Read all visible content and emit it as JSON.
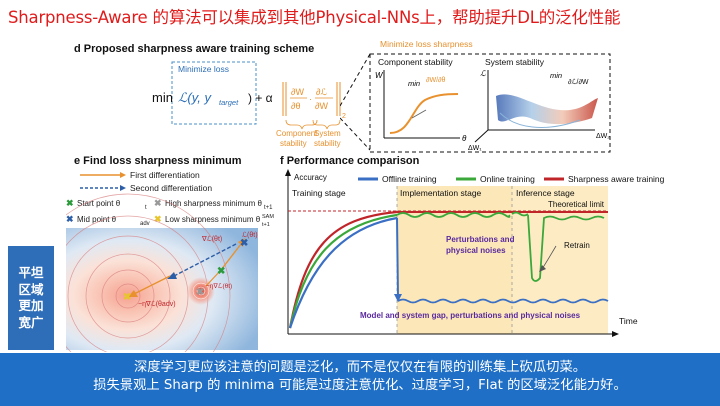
{
  "slide_title": "Sharpness-Aware 的算法可以集成到其他Physical-NNs上，帮助提升DL的泛化性能",
  "panel_d": {
    "title": "d Proposed sharpness aware training scheme",
    "minimize_loss": "Minimize loss",
    "minimize_loss_sharpness": "Minimize loss sharpness",
    "formula_min": "min",
    "formula_loss": "ℒ(y, y",
    "formula_target": "target",
    "formula_alpha": ") + α",
    "component_stability": "Component stability",
    "system_stability": "System stability",
    "component_stability_label": "Component\nstability",
    "system_stability_label": "System\nstability",
    "plot1_ylabel": "W",
    "plot1_xlabel": "θ",
    "plot1_min": "min",
    "plot2_ylabel": "ℒ",
    "plot2_min": "min",
    "plot2_x1": "ΔW₁",
    "plot2_x2": "ΔW₂"
  },
  "panel_e": {
    "title": "e Find loss sharpness minimum",
    "first_diff": "First differentiation",
    "second_diff": "Second differentiation",
    "start_point": "Start point θ",
    "start_point_sub": "t",
    "high_sharp": "High sharpness minimum θ",
    "high_sharp_sub": "t+1",
    "mid_point": "Mid point θ",
    "mid_point_sub": "adv",
    "low_sharp": "Low sharpness minimum θ",
    "low_sharp_sub": "t+1",
    "low_sharp_sup": "SAM",
    "label_grad_top": "∇ℒ(θt)",
    "label_Lt": "ℒ(θt)",
    "label_eta_t": "−η∇ℒ(θt)",
    "label_eta_adv": "−η∇ℒ(θadv)"
  },
  "panel_f": {
    "title": "f Performance comparison",
    "ylabel": "Accuracy",
    "xlabel": "Time",
    "legend": [
      "Offline training",
      "Online training",
      "Sharpness aware training"
    ],
    "legend_colors": [
      "#3a6fc4",
      "#3aa83a",
      "#c0252a"
    ],
    "stages": [
      "Training stage",
      "Implementation stage",
      "Inference stage"
    ],
    "theoretical_limit": "Theoretical limit",
    "perturbations": "Perturbations and\nphysical noises",
    "retrain": "Retrain",
    "gap_text": "Model and system gap, perturbations and physical noises"
  },
  "sidebar": "平坦\n区域\n更加\n宽广",
  "footer": {
    "line1": "深度学习更应该注意的问题是泛化，而不是仅仅在有限的训练集上砍瓜切菜。",
    "line2": "损失景观上 Sharp 的 minima 可能是过度注意优化、过度学习，Flat 的区域泛化能力好。"
  },
  "colors": {
    "title_red": "#e01b1b",
    "accent_blue": "#1f6fc6",
    "orange": "#e8912e",
    "stage_bg": "#fbe7b8"
  }
}
